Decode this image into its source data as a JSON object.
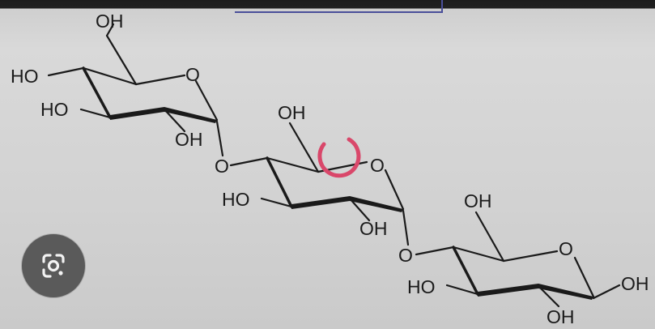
{
  "molecule": {
    "labels": {
      "ring1": {
        "oh_top": "OH",
        "ho_left": "HO",
        "ho_mid": "HO",
        "oh_bottom": "OH",
        "ring_o": "O"
      },
      "link1": {
        "o": "O"
      },
      "ring2": {
        "oh_top": "OH",
        "ring_o": "O",
        "ho_left": "HO",
        "oh_bottom": "OH"
      },
      "link2": {
        "o": "O"
      },
      "ring3": {
        "oh_top": "OH",
        "ring_o": "O",
        "ho_left": "HO",
        "oh_bottom": "OH",
        "oh_right": "OH"
      }
    }
  },
  "annotation": {
    "color": "#d9476a"
  },
  "lens_button": {
    "icon": "google-lens-icon"
  }
}
